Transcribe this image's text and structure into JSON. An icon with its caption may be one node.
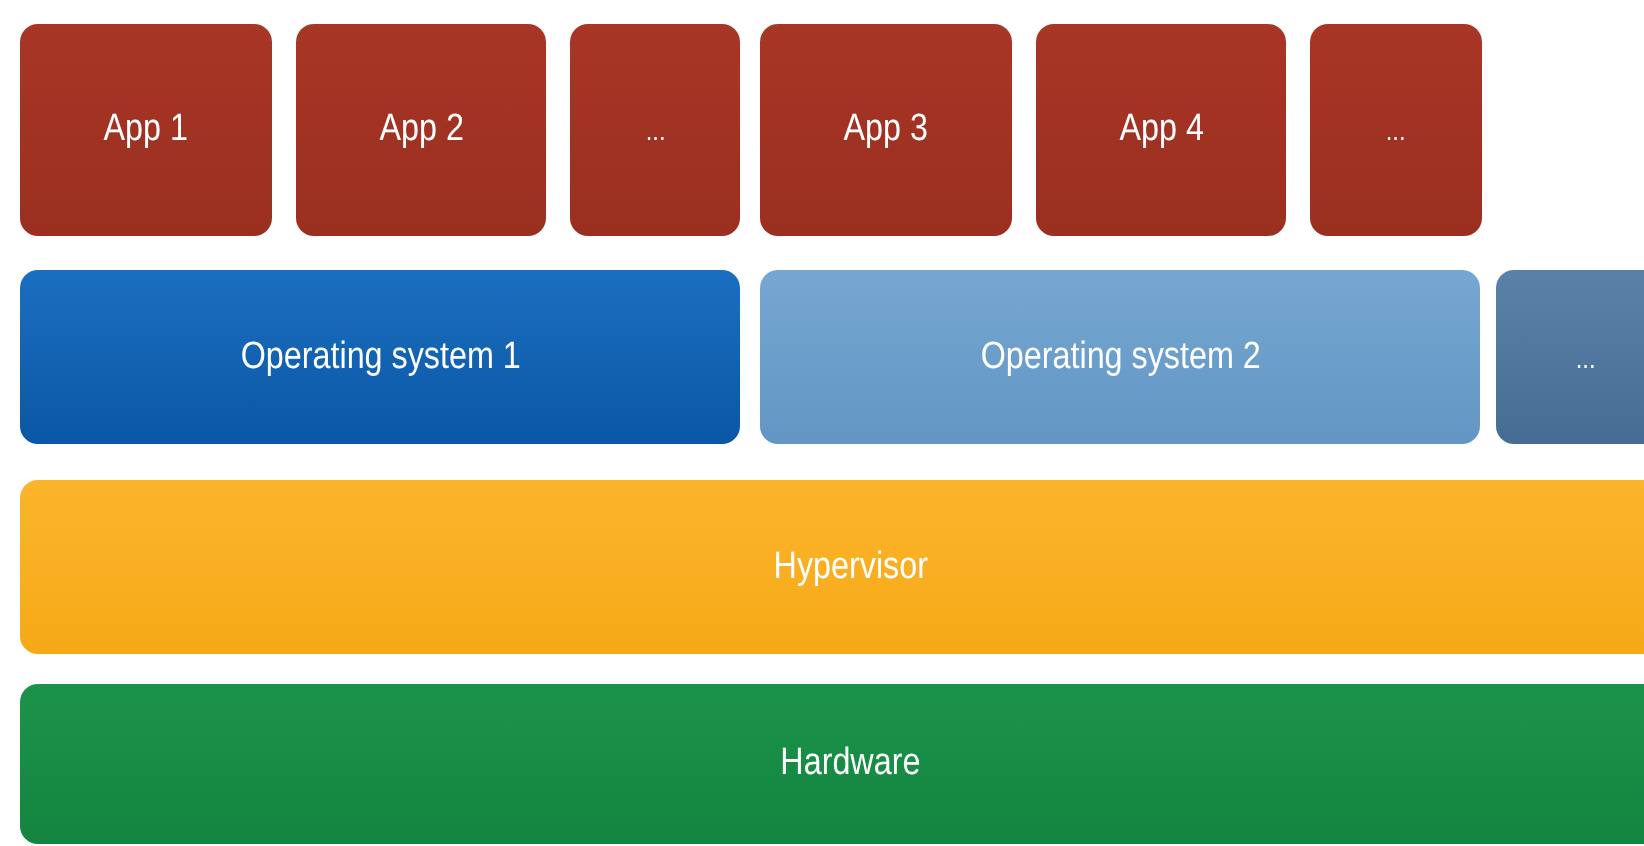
{
  "diagram": {
    "nodes": [
      {
        "text": [
          "App 1"
        ]
      },
      {
        "text": [
          "App 2"
        ]
      },
      {
        "text": [
          "..."
        ]
      },
      {
        "text": [
          "App 3"
        ]
      },
      {
        "text": [
          "App 4"
        ]
      },
      {
        "text": [
          "..."
        ]
      },
      {
        "text": [
          "Operating system 1"
        ]
      },
      {
        "text": [
          "Operating system 2"
        ]
      },
      {
        "text": [
          "..."
        ]
      },
      {
        "text": [
          "Hypervisor"
        ]
      },
      {
        "text": [
          "Hardware"
        ]
      }
    ]
  }
}
